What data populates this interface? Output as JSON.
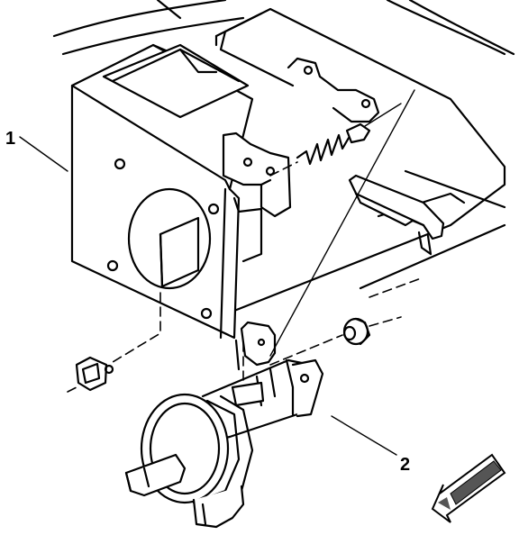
{
  "diagram": {
    "callouts": [
      {
        "id": "1",
        "label": "1"
      },
      {
        "id": "2",
        "label": "2"
      }
    ],
    "arrow_icon": "direction-arrow-icon",
    "colors": {
      "line": "#000000",
      "background": "#ffffff",
      "arrow_fill": "#555555"
    }
  }
}
